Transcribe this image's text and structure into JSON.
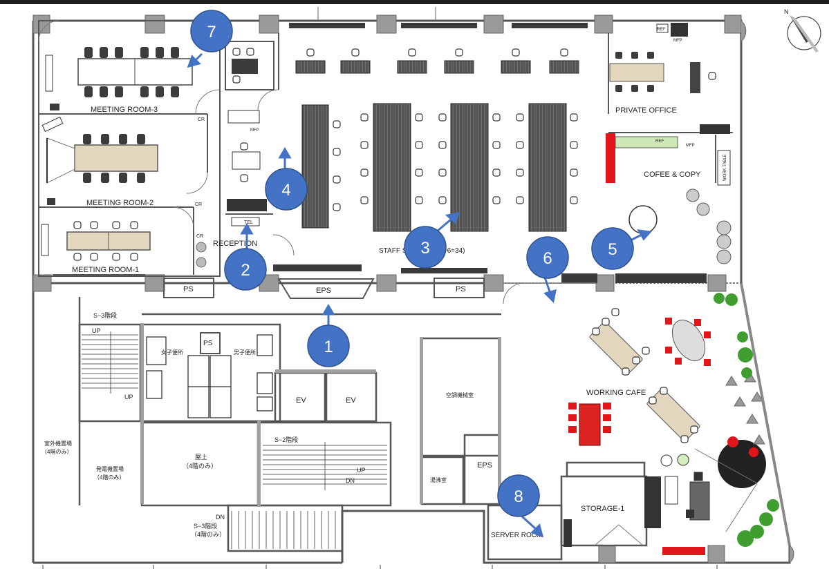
{
  "rooms": {
    "meeting_room_3": "MEETING ROOM-3",
    "meeting_room_2": "MEETING ROOM-2",
    "meeting_room_1": "MEETING ROOM-1",
    "reception": "RECEPTION",
    "staff_station": "STAFF STATION (28+6=34)",
    "private_office": "PRIVATE OFFICE",
    "cofee_copy": "COFEE & COPY",
    "working_cafe": "WORKING CAFE",
    "storage_1": "STORAGE-1",
    "server_room": "SERVER ROOM",
    "ps_left": "PS",
    "ps_right": "PS",
    "ps_wc": "PS",
    "eps_top": "EPS",
    "eps_bottom": "EPS",
    "ev_1": "EV",
    "ev_2": "EV",
    "womens_wc": "女子便所",
    "mens_wc": "男子便所",
    "mech_room": "空調機械室",
    "cleaning_room": "湯沸室",
    "roof": "屋上",
    "roof_note": "（4階のみ）",
    "outdoor_unit": "室外機置場",
    "outdoor_unit_note": "（4階のみ）",
    "generator": "発電機置場",
    "generator_note": "（4階のみ）",
    "stair_s3_top": "S−3階段",
    "stair_s2": "S−2階段",
    "stair_s3_bottom": "S−3階段",
    "stair_s3_bottom_note": "（4階のみ）"
  },
  "small_labels": {
    "up_1": "UP",
    "up_2": "UP",
    "up_3": "UP",
    "dn_1": "DN",
    "dn_2": "DN",
    "mfp_1": "MFP",
    "mfp_2": "MFP",
    "mfp_3": "MFP",
    "ref_1": "REF",
    "ref_2": "REF",
    "cr_1": "CR",
    "cr_2": "CR",
    "cr_3": "CR",
    "tel": "TEL",
    "work_table": "WORK TABLE"
  },
  "markers": [
    "1",
    "2",
    "3",
    "4",
    "5",
    "6",
    "7",
    "8"
  ],
  "compass": "N",
  "colors": {
    "marker_fill": "#4472c4",
    "marker_stroke": "#2f528f",
    "arrow": "#4472c4",
    "wall": "#555555",
    "column": "#9a9a9a",
    "furniture": "#444444",
    "wood": "#e2d6bf",
    "red_furniture": "#e0161b",
    "plant": "#3f9e2f"
  }
}
